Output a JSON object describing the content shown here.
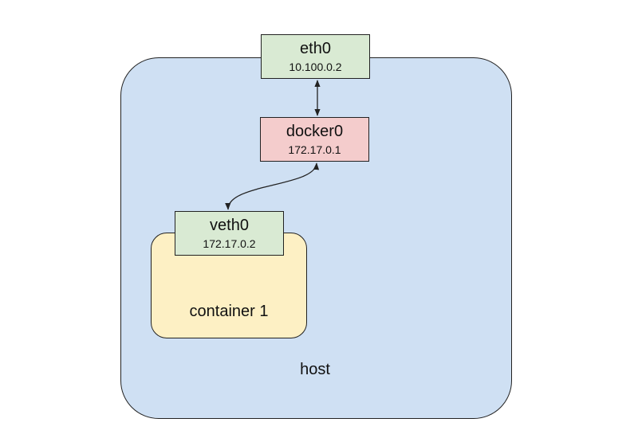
{
  "diagram": {
    "host": {
      "label": "host",
      "fill": "#cfe0f3"
    },
    "container": {
      "label": "container 1",
      "fill": "#fdf0c4"
    },
    "interfaces": {
      "eth0": {
        "name": "eth0",
        "ip": "10.100.0.2",
        "fill": "#d9ead3"
      },
      "docker0": {
        "name": "docker0",
        "ip": "172.17.0.1",
        "fill": "#f4cccc"
      },
      "veth0": {
        "name": "veth0",
        "ip": "172.17.0.2",
        "fill": "#d9ead3"
      }
    },
    "connections": [
      {
        "from": "eth0",
        "to": "docker0",
        "arrows": "both"
      },
      {
        "from": "docker0",
        "to": "veth0",
        "arrows": "both"
      }
    ]
  }
}
